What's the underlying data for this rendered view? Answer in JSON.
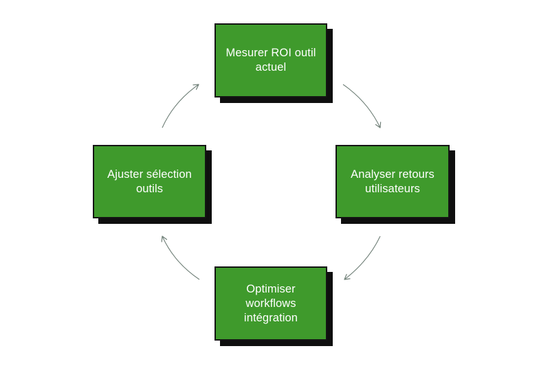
{
  "diagram": {
    "type": "cycle",
    "colors": {
      "node_fill": "#3f9a2c",
      "node_text": "#ffffff",
      "node_border": "#141414",
      "node_shadow": "#0f0f0f",
      "arrow": "#6f7f77"
    },
    "nodes": [
      {
        "id": "top",
        "label": "Mesurer ROI outil actuel"
      },
      {
        "id": "right",
        "label": "Analyser retours utilisateurs"
      },
      {
        "id": "bottom",
        "label": "Optimiser workflows intégration"
      },
      {
        "id": "left",
        "label": "Ajuster sélection outils"
      }
    ],
    "edges": [
      {
        "from": "top",
        "to": "right"
      },
      {
        "from": "right",
        "to": "bottom"
      },
      {
        "from": "bottom",
        "to": "left"
      },
      {
        "from": "left",
        "to": "top"
      }
    ]
  }
}
